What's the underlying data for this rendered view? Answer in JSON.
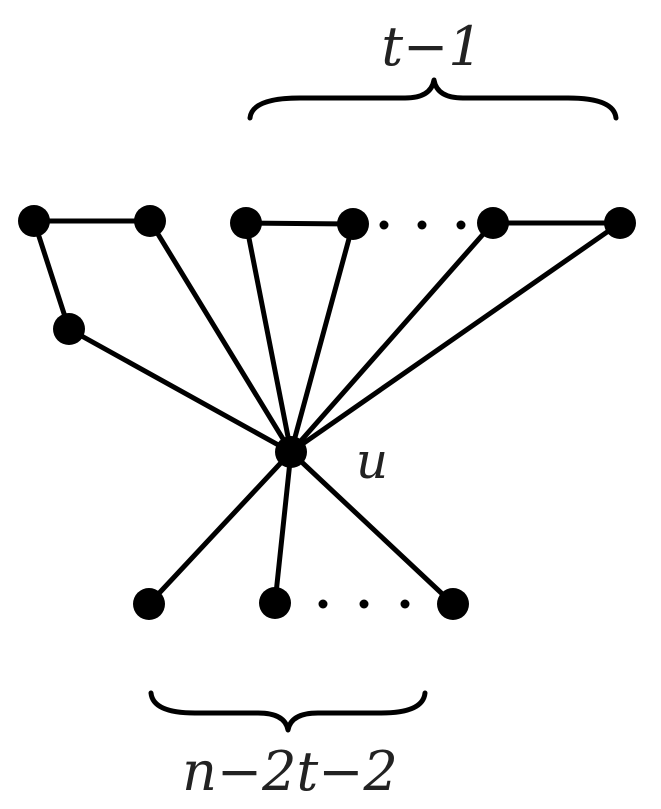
{
  "labels": {
    "top_brace": "t−1",
    "bottom_brace": "n−2t−2",
    "center_vertex": "u"
  },
  "colors": {
    "ink": "#000000",
    "text": "#222222",
    "background": "#ffffff"
  },
  "graph": {
    "vertices": [
      "u",
      "a1",
      "a2",
      "a3",
      "b1",
      "b2",
      "c1",
      "c2",
      "d1",
      "d2",
      "d3"
    ],
    "edges": [
      [
        "a1",
        "a2"
      ],
      [
        "a1",
        "a3"
      ],
      [
        "a3",
        "u"
      ],
      [
        "a2",
        "u"
      ],
      [
        "b1",
        "b2"
      ],
      [
        "b1",
        "u"
      ],
      [
        "b2",
        "u"
      ],
      [
        "c1",
        "c2"
      ],
      [
        "c1",
        "u"
      ],
      [
        "c2",
        "u"
      ],
      [
        "u",
        "d1"
      ],
      [
        "u",
        "d2"
      ],
      [
        "u",
        "d3"
      ]
    ]
  }
}
